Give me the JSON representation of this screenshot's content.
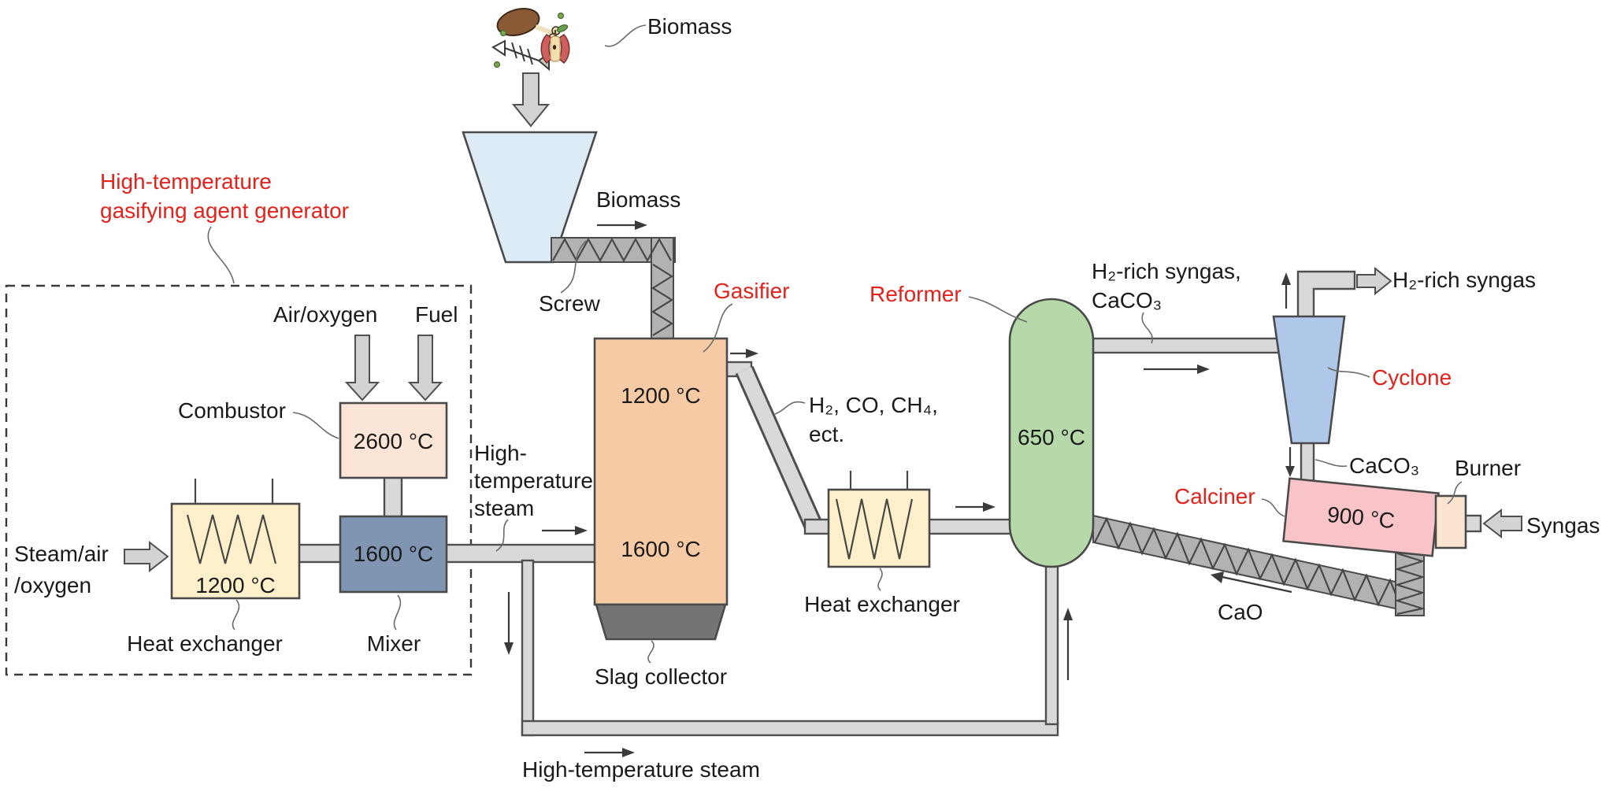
{
  "colors": {
    "label_red": "#e3221c",
    "text": "#1a1a1a",
    "pipe_fill": "#d9d9d9",
    "screw_fill": "#b2b2b2",
    "hopper_fill": "#dcebf5",
    "gasifier_fill": "#f6caa4",
    "slag_fill": "#747474",
    "combustor_fill": "#fbe5d6",
    "mixer_fill": "#7f95b2",
    "heat_exchanger_fill": "#fdf0cb",
    "reformer_fill": "#b6d9a9",
    "cyclone_fill": "#afc8ea",
    "calciner_fill": "#f8c4c8",
    "burner_fill": "#fce5d0"
  },
  "top": {
    "biomass_label": "Biomass"
  },
  "feeder": {
    "biomass_flow_label": "Biomass",
    "screw_label": "Screw"
  },
  "generator": {
    "title": "High-temperature\ngasifying agent generator",
    "air_oxygen_label": "Air/oxygen",
    "fuel_label": "Fuel",
    "combustor_label": "Combustor",
    "combustor_temp": "2600 °C",
    "mixer_label": "Mixer",
    "mixer_temp": "1600 °C",
    "heat_exchanger_label": "Heat exchanger",
    "heat_exchanger_temp": "1200 °C",
    "steam_inlet_label": "Steam/air\n/oxygen",
    "ht_steam_label": "High-\ntemperature\nsteam"
  },
  "gasifier": {
    "label": "Gasifier",
    "top_temp": "1200 °C",
    "bottom_temp": "1600 °C",
    "slag_label": "Slag collector"
  },
  "mid": {
    "gas_mix_label": "H₂, CO, CH₄,\nect.",
    "heat_exchanger_label": "Heat exchanger"
  },
  "reformer": {
    "label": "Reformer",
    "temp": "650 °C",
    "outlet_label": "H₂-rich syngas,\nCaCO₃"
  },
  "cyclone": {
    "label": "Cyclone",
    "product_label": "H₂-rich syngas",
    "caco3_label": "CaCO₃"
  },
  "calciner": {
    "label": "Calciner",
    "temp": "900 °C",
    "burner_label": "Burner",
    "syngas_label": "Syngas",
    "cao_label": "CaO"
  },
  "bottom": {
    "ht_steam_label": "High-temperature steam"
  }
}
